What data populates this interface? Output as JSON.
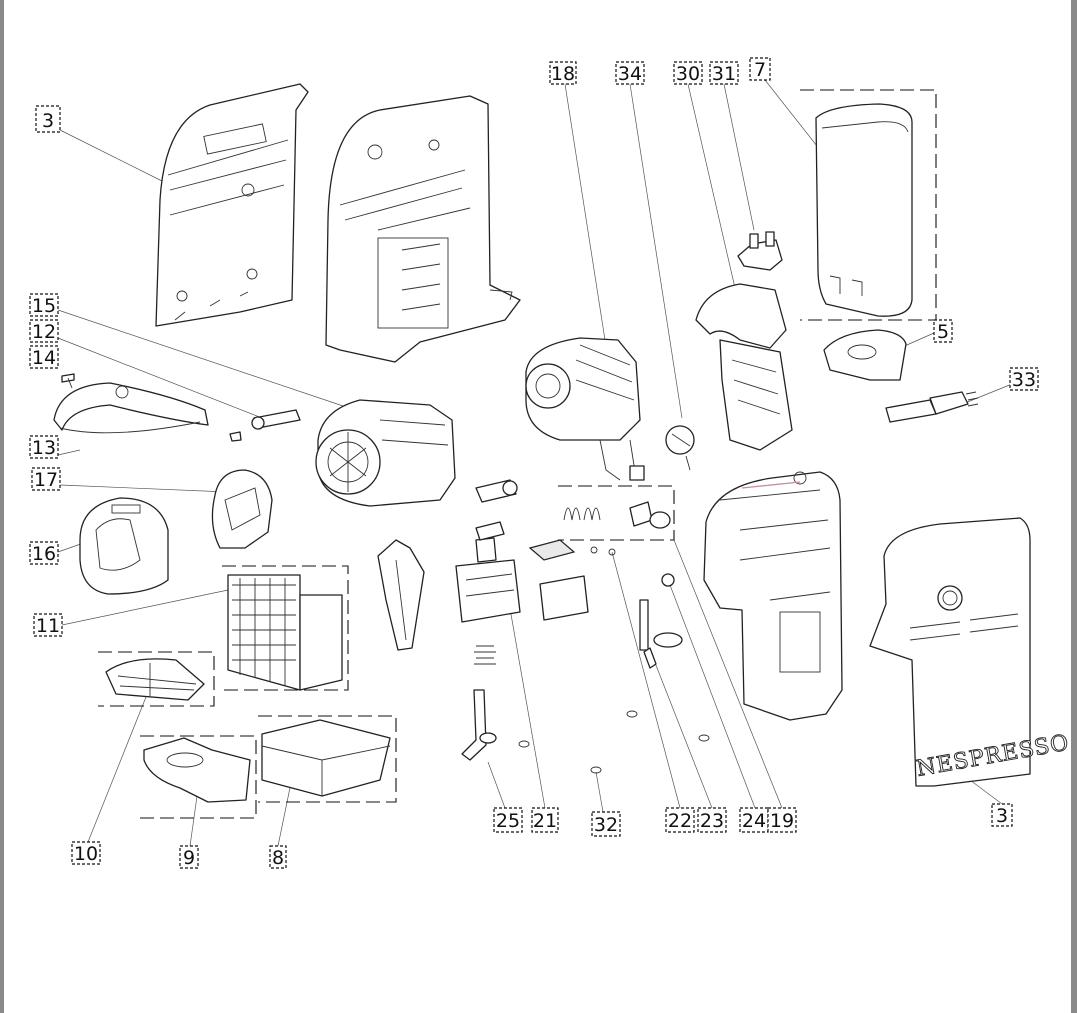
{
  "brand_text": "NESPRESSO",
  "callouts": [
    {
      "id": "c3a",
      "label": "3"
    },
    {
      "id": "c15",
      "label": "15"
    },
    {
      "id": "c12",
      "label": "12"
    },
    {
      "id": "c14",
      "label": "14"
    },
    {
      "id": "c13",
      "label": "13"
    },
    {
      "id": "c17",
      "label": "17"
    },
    {
      "id": "c16",
      "label": "16"
    },
    {
      "id": "c11",
      "label": "11"
    },
    {
      "id": "c10",
      "label": "10"
    },
    {
      "id": "c9",
      "label": "9"
    },
    {
      "id": "c8",
      "label": "8"
    },
    {
      "id": "c18",
      "label": "18"
    },
    {
      "id": "c34",
      "label": "34"
    },
    {
      "id": "c30",
      "label": "30"
    },
    {
      "id": "c31",
      "label": "31"
    },
    {
      "id": "c7",
      "label": "7"
    },
    {
      "id": "c5",
      "label": "5"
    },
    {
      "id": "c33",
      "label": "33"
    },
    {
      "id": "c25",
      "label": "25"
    },
    {
      "id": "c21",
      "label": "21"
    },
    {
      "id": "c32",
      "label": "32"
    },
    {
      "id": "c22",
      "label": "22"
    },
    {
      "id": "c23",
      "label": "23"
    },
    {
      "id": "c24",
      "label": "24"
    },
    {
      "id": "c19",
      "label": "19"
    },
    {
      "id": "c3b",
      "label": "3"
    }
  ]
}
